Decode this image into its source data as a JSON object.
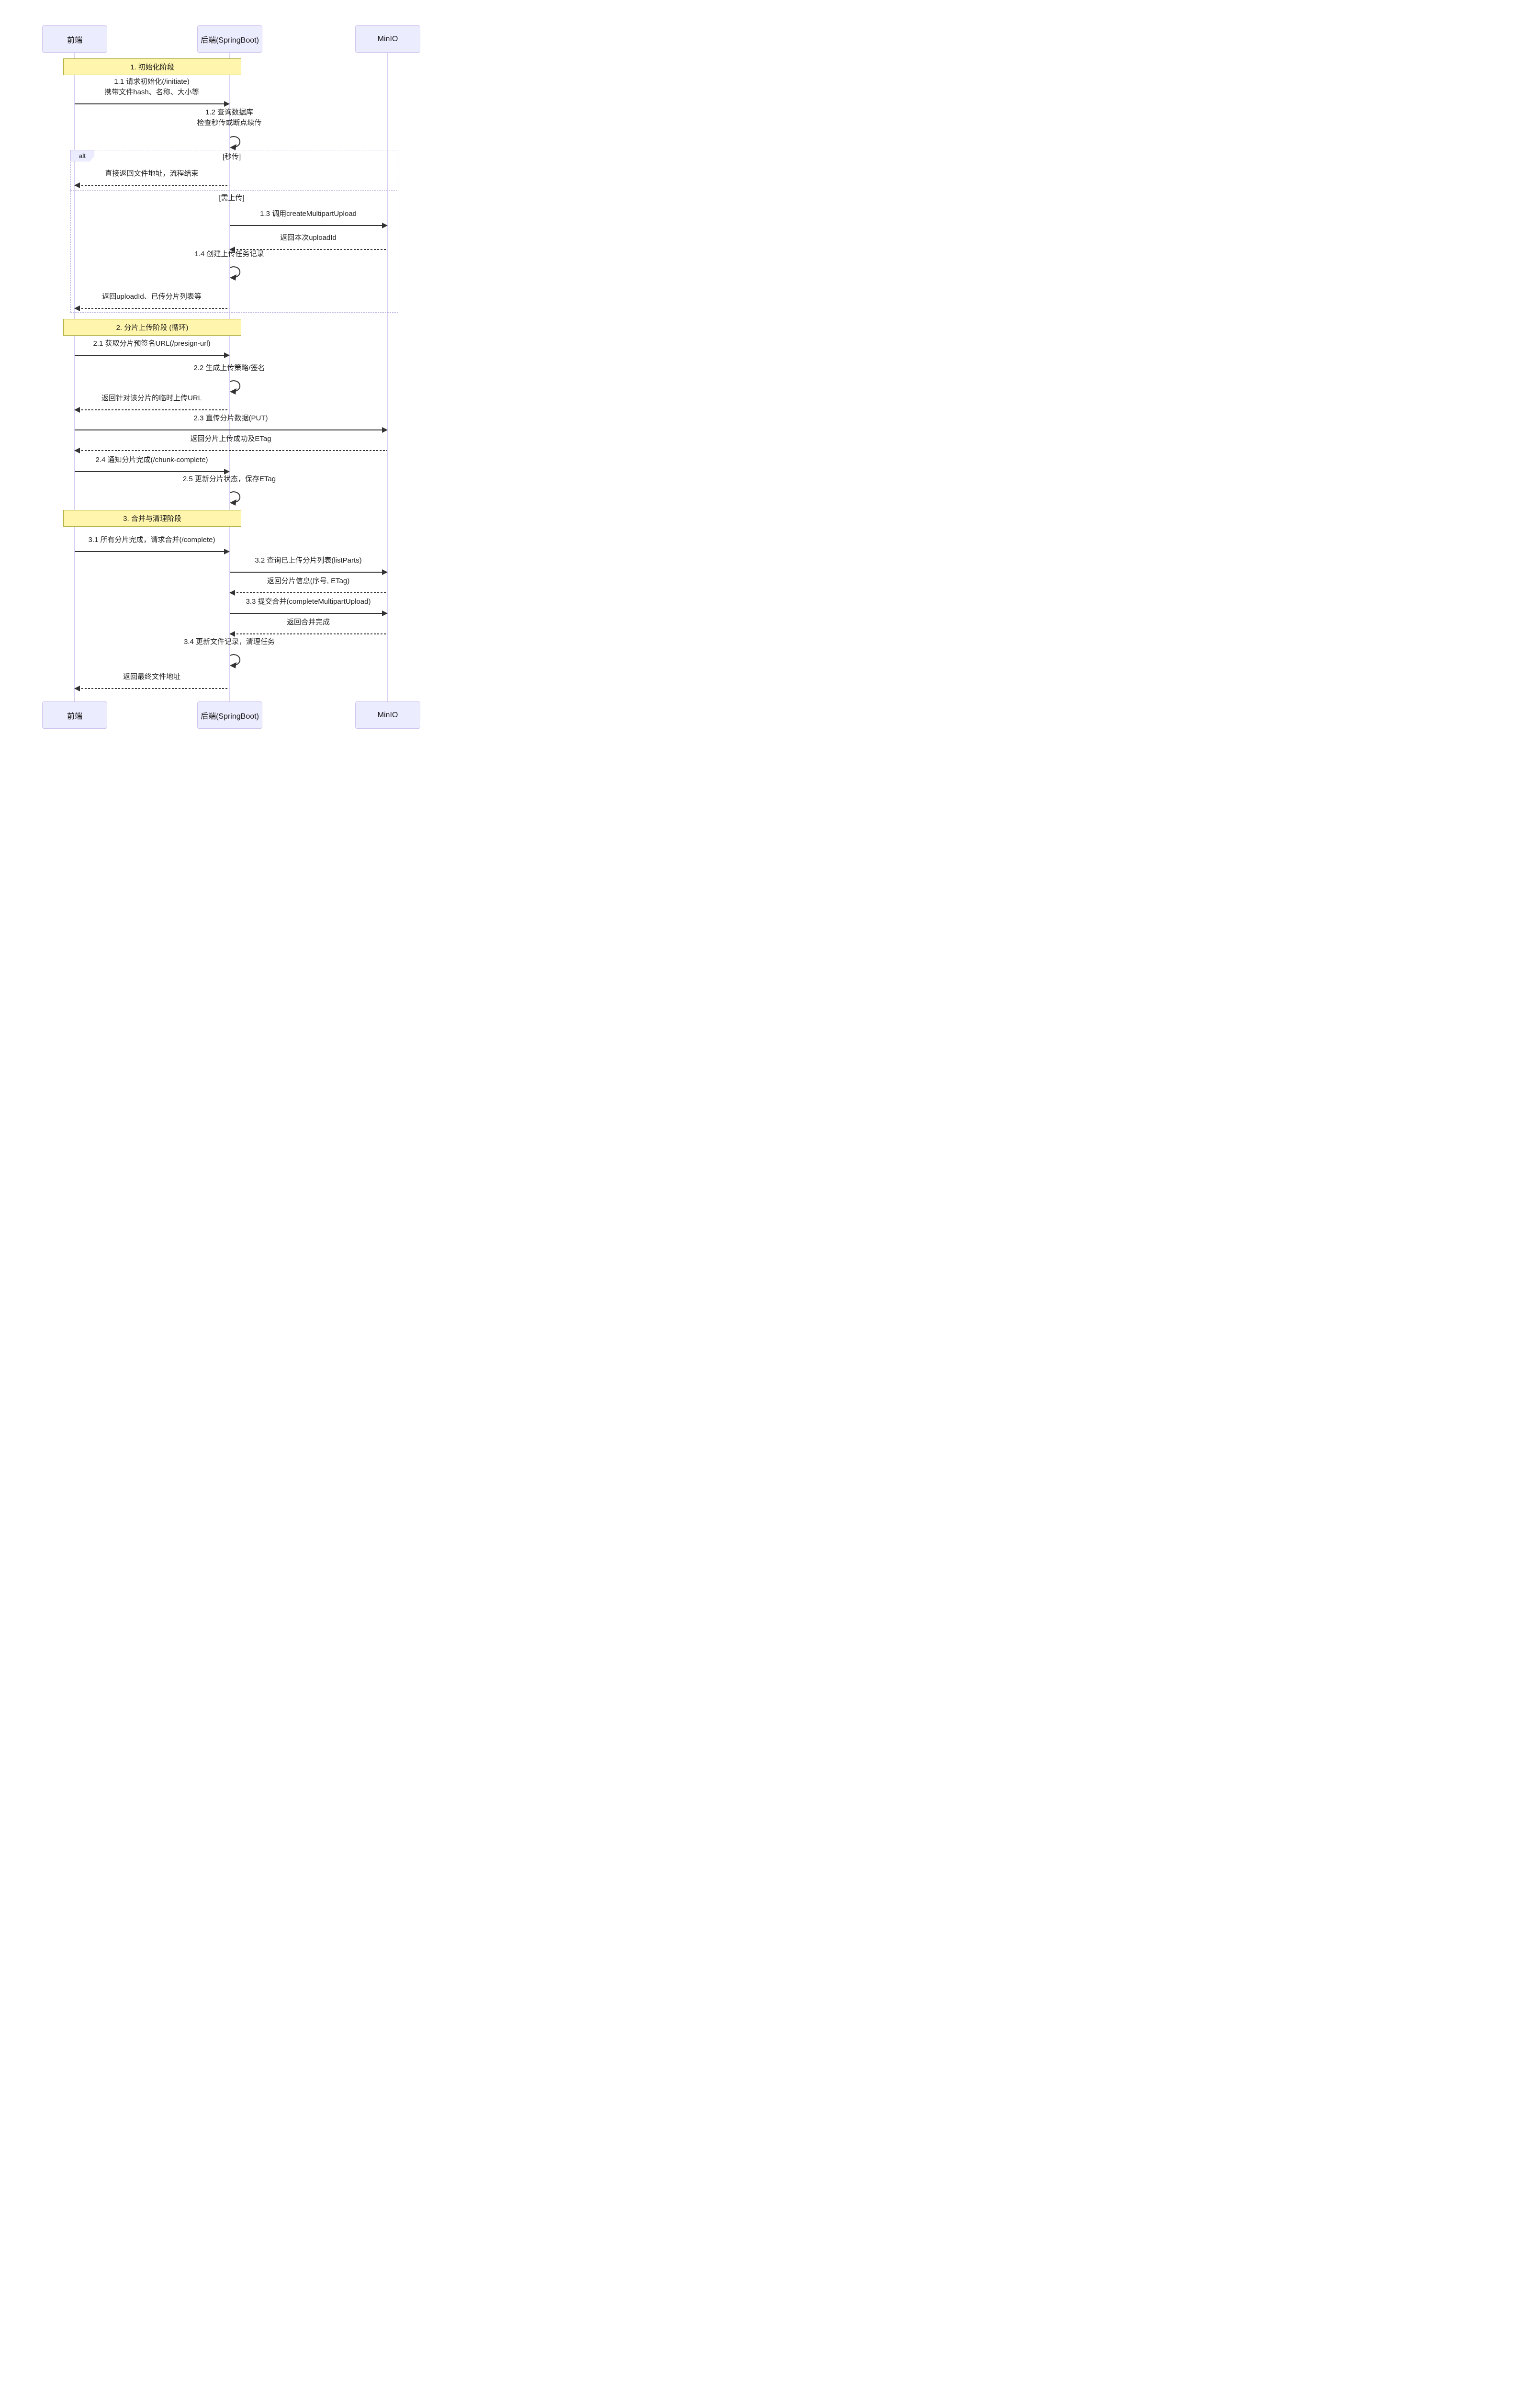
{
  "diagram": {
    "type": "sequence-diagram",
    "colors": {
      "actor_fill": "#ECECFF",
      "actor_border": "#CFC4EE",
      "lifeline": "#D9D0F2",
      "note_fill": "#FFF5AD",
      "note_border": "#AAAA33",
      "fragment_border": "#B9ABDF",
      "arrow": "#333333",
      "text": "#1A1A1A",
      "background": "#FFFFFF"
    },
    "actors": [
      {
        "id": "frontend",
        "label": "前端"
      },
      {
        "id": "backend",
        "label": "后端(SpringBoot)"
      },
      {
        "id": "minio",
        "label": "MinIO"
      }
    ],
    "phase_notes": [
      {
        "label": "1. 初始化阶段",
        "span": "前端..后端(SpringBoot)"
      },
      {
        "label": "2. 分片上传阶段 (循环)",
        "span": "前端..后端(SpringBoot)"
      },
      {
        "label": "3. 合并与清理阶段",
        "span": "前端..后端(SpringBoot)"
      }
    ],
    "alt": {
      "label": "alt",
      "conditions": [
        {
          "label": "[秒传]"
        },
        {
          "label": "[需上传]"
        }
      ]
    },
    "messages": [
      {
        "from": "前端",
        "to": "后端(SpringBoot)",
        "style": "solid",
        "lines": [
          "1.1 请求初始化(/initiate)",
          "携带文件hash、名称、大小等"
        ]
      },
      {
        "from": "后端(SpringBoot)",
        "to": "后端(SpringBoot)",
        "style": "self",
        "lines": [
          "1.2 查询数据库",
          "检查秒传或断点续传"
        ]
      },
      {
        "from": "后端(SpringBoot)",
        "to": "前端",
        "style": "dashed",
        "lines": [
          "直接返回文件地址，流程结束"
        ]
      },
      {
        "from": "后端(SpringBoot)",
        "to": "MinIO",
        "style": "solid",
        "lines": [
          "1.3 调用createMultipartUpload"
        ]
      },
      {
        "from": "MinIO",
        "to": "后端(SpringBoot)",
        "style": "dashed",
        "lines": [
          "返回本次uploadId"
        ]
      },
      {
        "from": "后端(SpringBoot)",
        "to": "后端(SpringBoot)",
        "style": "self",
        "lines": [
          "1.4 创建上传任务记录"
        ]
      },
      {
        "from": "后端(SpringBoot)",
        "to": "前端",
        "style": "dashed",
        "lines": [
          "返回uploadId、已传分片列表等"
        ]
      },
      {
        "from": "前端",
        "to": "后端(SpringBoot)",
        "style": "solid",
        "lines": [
          "2.1 获取分片预签名URL(/presign-url)"
        ]
      },
      {
        "from": "后端(SpringBoot)",
        "to": "后端(SpringBoot)",
        "style": "self",
        "lines": [
          "2.2 生成上传策略/签名"
        ]
      },
      {
        "from": "后端(SpringBoot)",
        "to": "前端",
        "style": "dashed",
        "lines": [
          "返回针对该分片的临时上传URL"
        ]
      },
      {
        "from": "前端",
        "to": "MinIO",
        "style": "solid",
        "lines": [
          "2.3 直传分片数据(PUT)"
        ]
      },
      {
        "from": "MinIO",
        "to": "前端",
        "style": "dashed",
        "lines": [
          "返回分片上传成功及ETag"
        ]
      },
      {
        "from": "前端",
        "to": "后端(SpringBoot)",
        "style": "solid",
        "lines": [
          "2.4 通知分片完成(/chunk-complete)"
        ]
      },
      {
        "from": "后端(SpringBoot)",
        "to": "后端(SpringBoot)",
        "style": "self",
        "lines": [
          "2.5 更新分片状态，保存ETag"
        ]
      },
      {
        "from": "前端",
        "to": "后端(SpringBoot)",
        "style": "solid",
        "lines": [
          "3.1 所有分片完成，请求合并(/complete)"
        ]
      },
      {
        "from": "后端(SpringBoot)",
        "to": "MinIO",
        "style": "solid",
        "lines": [
          "3.2 查询已上传分片列表(listParts)"
        ]
      },
      {
        "from": "MinIO",
        "to": "后端(SpringBoot)",
        "style": "dashed",
        "lines": [
          "返回分片信息(序号, ETag)"
        ]
      },
      {
        "from": "后端(SpringBoot)",
        "to": "MinIO",
        "style": "solid",
        "lines": [
          "3.3 提交合并(completeMultipartUpload)"
        ]
      },
      {
        "from": "MinIO",
        "to": "后端(SpringBoot)",
        "style": "dashed",
        "lines": [
          "返回合并完成"
        ]
      },
      {
        "from": "后端(SpringBoot)",
        "to": "后端(SpringBoot)",
        "style": "self",
        "lines": [
          "3.4 更新文件记录，清理任务"
        ]
      },
      {
        "from": "后端(SpringBoot)",
        "to": "前端",
        "style": "dashed",
        "lines": [
          "返回最终文件地址"
        ]
      }
    ]
  }
}
